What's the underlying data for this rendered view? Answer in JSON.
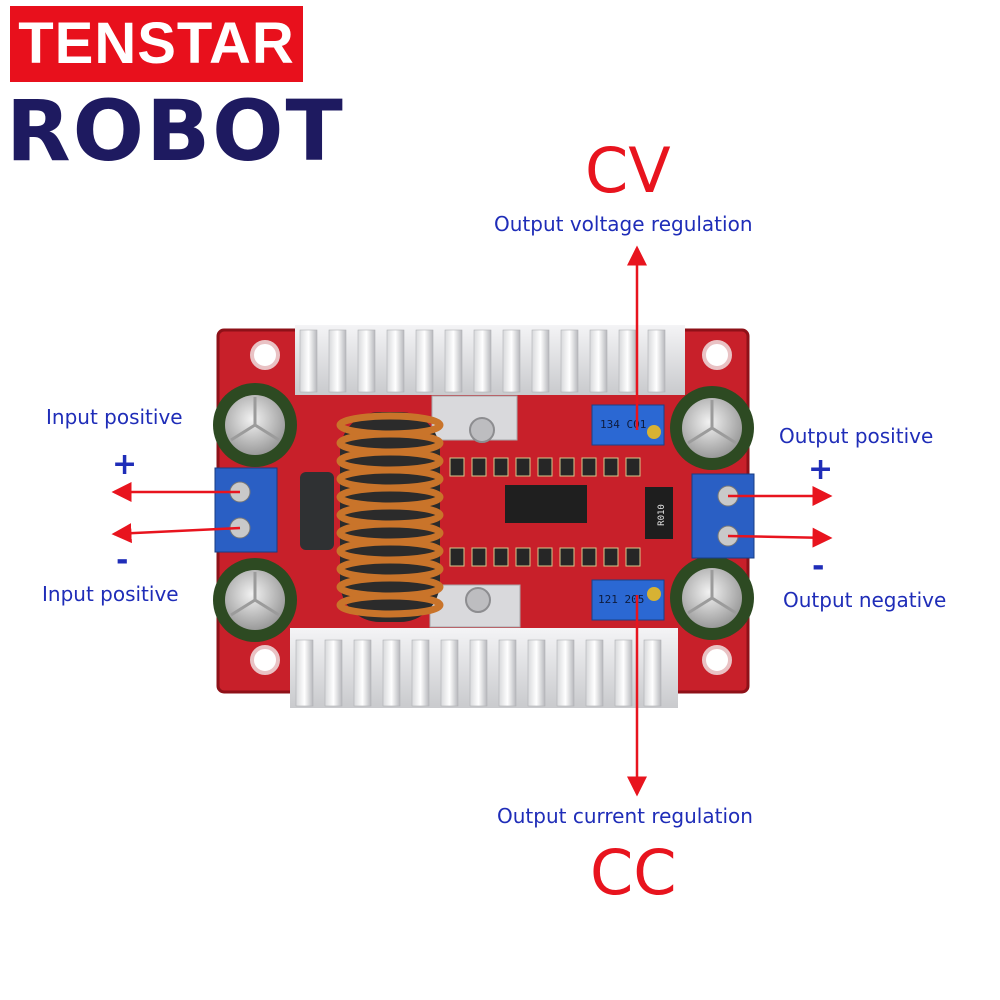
{
  "brand": {
    "line1": "TENSTAR",
    "line2": "ROBOT",
    "colors": {
      "red": "#e8101c",
      "navy": "#1e1a60"
    }
  },
  "modes": {
    "cv": "CV",
    "cc": "CC"
  },
  "callouts": {
    "cv_label": "Output voltage regulation",
    "cc_label": "Output current regulation",
    "input_top_label": "Input positive",
    "input_bottom_label": "Input positive",
    "output_top_label": "Output positive",
    "output_bottom_label": "Output negative",
    "plus_sign": "+",
    "minus_sign": "-"
  },
  "board": {
    "pot_top_text": "134 C01",
    "pot_bottom_text": "121 205",
    "resistor_text": "R010",
    "pcb_color": "#c8202a",
    "terminal_color": "#2a5fc4",
    "arrow_color": "#e8141e"
  }
}
